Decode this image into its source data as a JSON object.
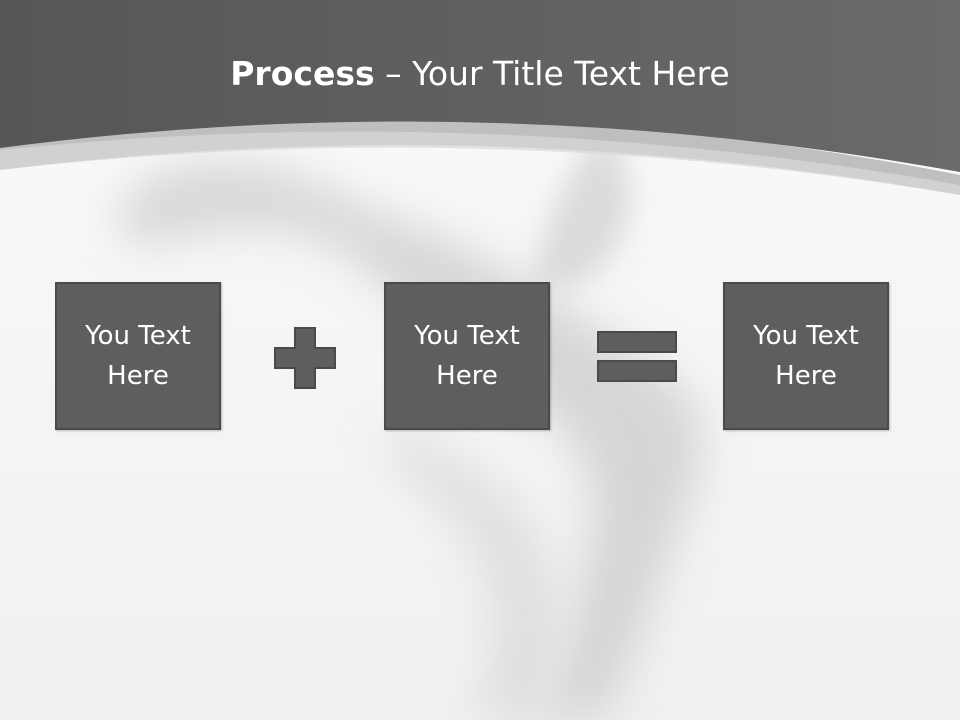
{
  "slide": {
    "title_bold": "Process",
    "title_separator": " – ",
    "title_rest": "Your Title Text Here"
  },
  "process": {
    "boxes": [
      {
        "text": "You Text Here"
      },
      {
        "text": "You Text Here"
      },
      {
        "text": "You Text Here"
      }
    ],
    "operators": [
      "plus",
      "equals"
    ]
  },
  "colors": {
    "header": "#595959",
    "box_fill": "#5e5e5e",
    "box_border": "#4a4a4a",
    "operator_fill": "#5e5e5e",
    "background": "#f4f4f4"
  }
}
